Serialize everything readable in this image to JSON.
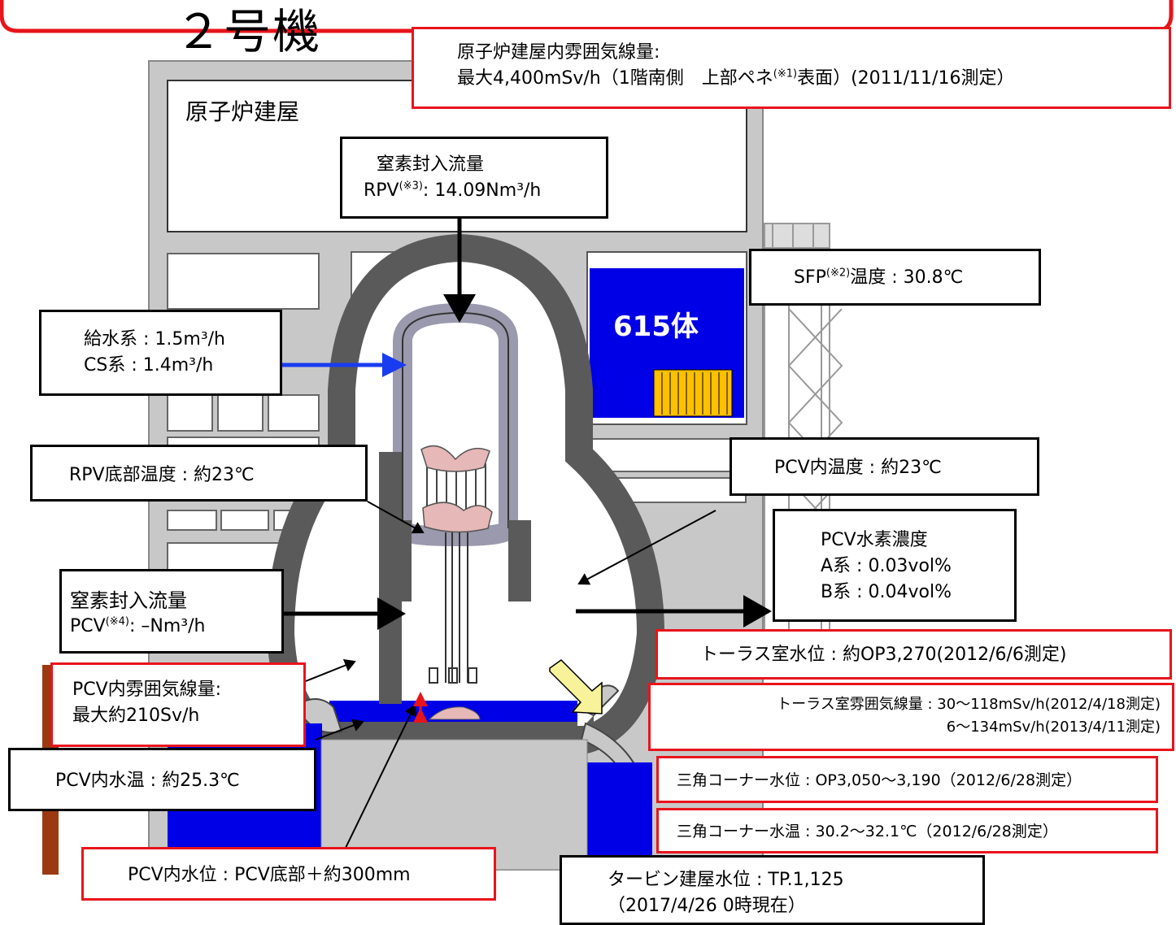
{
  "title": "２号機",
  "reactor_building": "原子炉建屋",
  "spent_fuel_count": "615体",
  "boxes": {
    "building_dose": {
      "line1": "原子炉建屋内雰囲気線量:",
      "line2a": "最大4,400mSv/h（1階南側　上部ペネ",
      "note1": "(※1)",
      "line2b": "表面）(2011/11/16測定）"
    },
    "n2_rpv": {
      "line1": "窒素封入流量",
      "line2a": "RPV",
      "note": "(※3)",
      "line2b": ": 14.09Nm³/h"
    },
    "sfp": {
      "prefix": "SFP",
      "note": "(※2)",
      "suffix": "温度 : 30.8℃"
    },
    "feedwater": {
      "line1": "給水系 : 1.5m³/h",
      "line2": "CS系 : 1.4m³/h"
    },
    "rpv_bottom": {
      "text": "RPV底部温度 : 約23℃"
    },
    "pcv_temp": {
      "text": "PCV内温度 : 約23℃"
    },
    "pcv_h2": {
      "line1": "PCV水素濃度",
      "line2": "A系 : 0.03vol%",
      "line3": "B系 : 0.04vol%"
    },
    "n2_pcv": {
      "line1": "窒素封入流量",
      "line2a": "PCV",
      "note": "(※4)",
      "line2b": ": –Nm³/h"
    },
    "torus_level": {
      "text": "トーラス室水位 : 約OP3,270(2012/6/6測定)"
    },
    "pcv_dose": {
      "line1": "PCV内雰囲気線量:",
      "line2": "最大約210Sv/h"
    },
    "torus_dose": {
      "line1": "トーラス室雰囲気線量 : 30～118mSv/h(2012/4/18測定)",
      "line2": "6～134mSv/h(2013/4/11測定)"
    },
    "pcv_water_temp": {
      "text": "PCV内水温 : 約25.3℃"
    },
    "corner_level": {
      "text": "三角コーナー水位 : OP3,050～3,190（2012/6/28測定）"
    },
    "corner_temp": {
      "text": "三角コーナー水温 : 30.2～32.1℃（2012/6/28測定）"
    },
    "pcv_level": {
      "text": "PCV内水位 : PCV底部＋約300mm"
    },
    "turbine_level": {
      "line1": "タービン建屋水位 : TP.1,125",
      "line2": "（2017/4/26 0時現在）"
    }
  },
  "colors": {
    "frame_red": "#e8141c",
    "building_gray": "#c8c8c8",
    "pcv_dark": "#5a5a5a",
    "rpv_gray": "#9a99ad",
    "water_blue": "#0000e6",
    "fuel_yellow": "#ffc000",
    "arrow_blue": "#1a3cf0",
    "arrow_yellow": "#f8f39a",
    "core_pink": "#e6b8b8",
    "torus_wall_brown": "#9b3a10"
  }
}
